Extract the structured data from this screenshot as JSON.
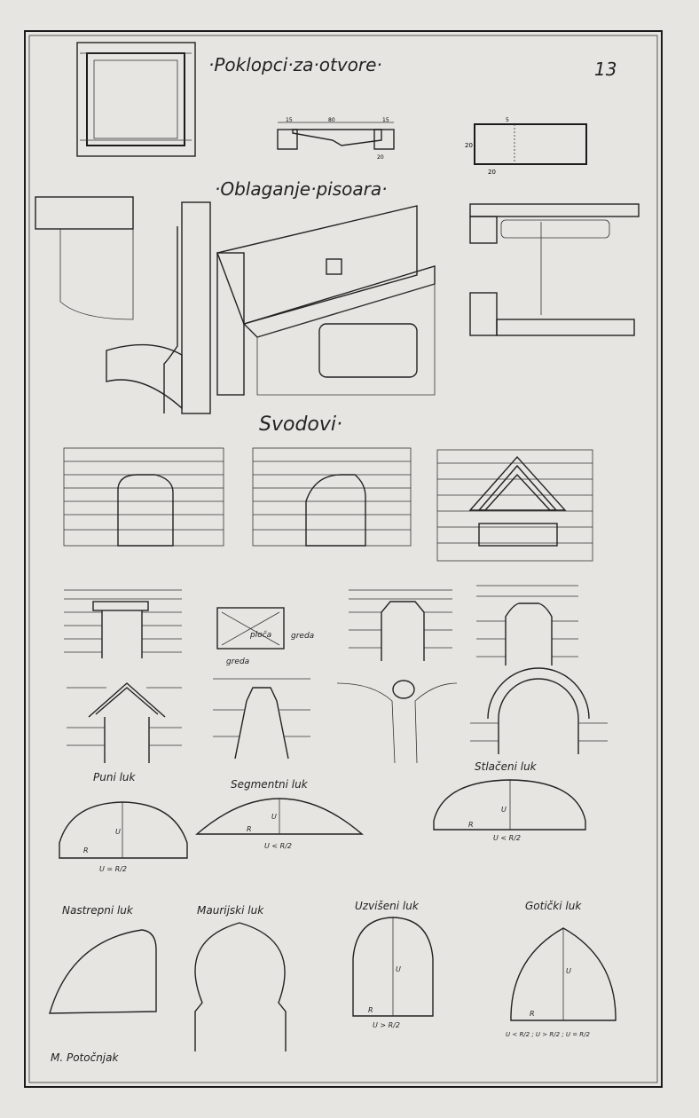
{
  "page_number": "13",
  "sections": {
    "covers_title": "·Poklopci·za·otvore·",
    "urinal_title": "·Oblaganje·pisoara·",
    "vaults_title": "Svodovi·"
  },
  "dimensions": {
    "cover_left": "15",
    "cover_middle": "80",
    "cover_right": "15",
    "cover_bottom": "20",
    "block_top": "5",
    "block_height": "20",
    "block_width": "20"
  },
  "lintel_labels": {
    "slab": "ploča",
    "beam_right": "greda",
    "beam_bottom": "greda"
  },
  "arches": [
    {
      "name": "Puni luk",
      "formula": "U = R/2"
    },
    {
      "name": "Segmentni luk",
      "formula": "U < R/2"
    },
    {
      "name": "Stlačeni luk",
      "formula": "U < R/2"
    },
    {
      "name": "Nastrepni luk"
    },
    {
      "name": "Maurijski luk"
    },
    {
      "name": "Uzvišeni luk",
      "formula": "U > R/2"
    },
    {
      "name": "Gotički luk",
      "formula": "U < R/2 ; U > R/2 ; U = R/2"
    }
  ],
  "arch_symbols": {
    "radius": "R",
    "rise": "U"
  },
  "author": "M. Potočnjak"
}
